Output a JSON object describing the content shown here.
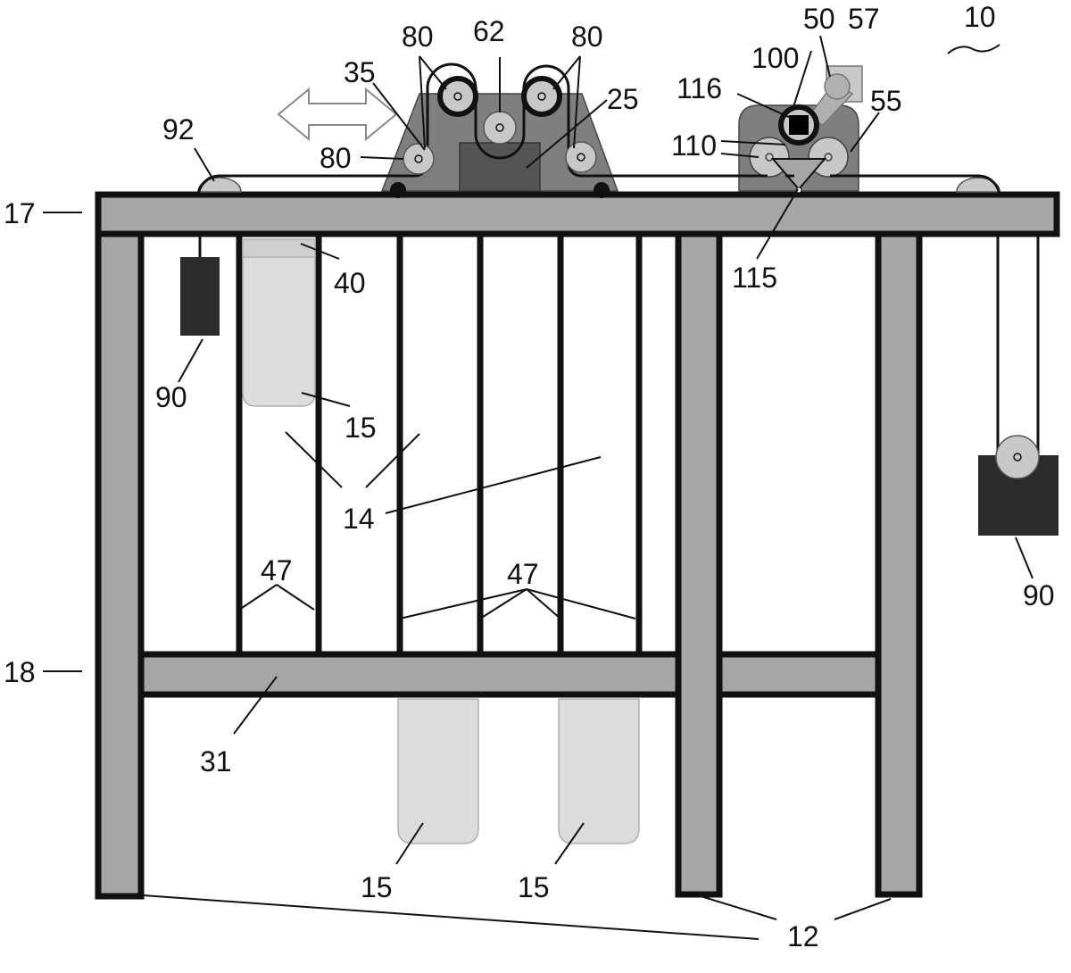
{
  "labels": {
    "ref_10": "10",
    "ref_12": "12",
    "ref_14": "14",
    "ref_15": "15",
    "ref_17": "17",
    "ref_18": "18",
    "ref_25": "25",
    "ref_31": "31",
    "ref_35": "35",
    "ref_40": "40",
    "ref_47": "47",
    "ref_50": "50",
    "ref_55": "55",
    "ref_57": "57",
    "ref_62": "62",
    "ref_80": "80",
    "ref_90": "90",
    "ref_92": "92",
    "ref_100": "100",
    "ref_110": "110",
    "ref_115": "115",
    "ref_116": "116"
  },
  "colors": {
    "frame_fill": "#a6a6a6",
    "frame_stroke": "#111111",
    "carriage_fill": "#7f7f7f",
    "carriage_inner": "#555555",
    "roller_fill": "#c8c8c8",
    "weight_fill": "#2b2b2b",
    "container_fill": "#dcdcdc",
    "arrow_fill": "#ffffff"
  }
}
